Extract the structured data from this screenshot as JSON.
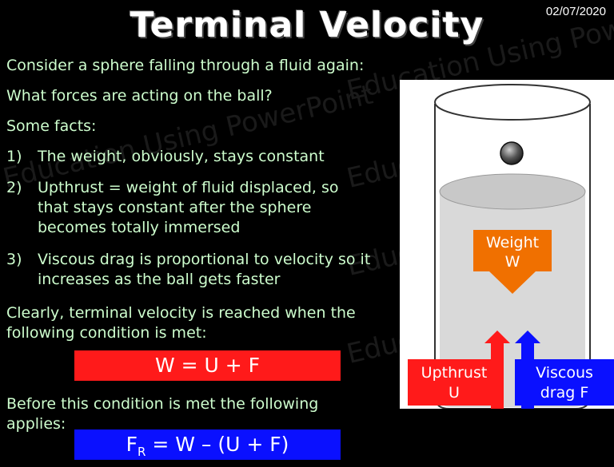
{
  "header": {
    "title": "Terminal Velocity",
    "date": "02/07/2020"
  },
  "watermark": "Education Using PowerPoint",
  "content": {
    "line1": "Consider a sphere falling through a fluid again:",
    "line2": "What forces are acting on the ball?",
    "line3": "Some facts:",
    "facts": [
      {
        "num": "1)",
        "text": "The weight, obviously, stays constant"
      },
      {
        "num": "2)",
        "text": "Upthrust = weight of fluid displaced, so that stays constant after the sphere becomes totally immersed"
      },
      {
        "num": "3)",
        "text": "Viscous drag is proportional to velocity so it increases as the ball gets faster"
      }
    ],
    "condition": "Clearly, terminal velocity is reached when the following condition is met:",
    "equation1": "W = U + F",
    "before": "Before this condition is met the following applies:",
    "equation2": {
      "lhs": "F",
      "sub": "R",
      "rhs": " = W – (U + F)"
    }
  },
  "diagram": {
    "weight_label": "Weight",
    "weight_symbol": "W",
    "upthrust_label": "Upthrust",
    "upthrust_symbol": "U",
    "drag_label": "Viscous",
    "drag_label2": "drag F",
    "colors": {
      "weight": "#f07000",
      "upthrust": "#ff1a1a",
      "drag": "#0a10ff",
      "fluid": "#d9d9d9"
    }
  }
}
